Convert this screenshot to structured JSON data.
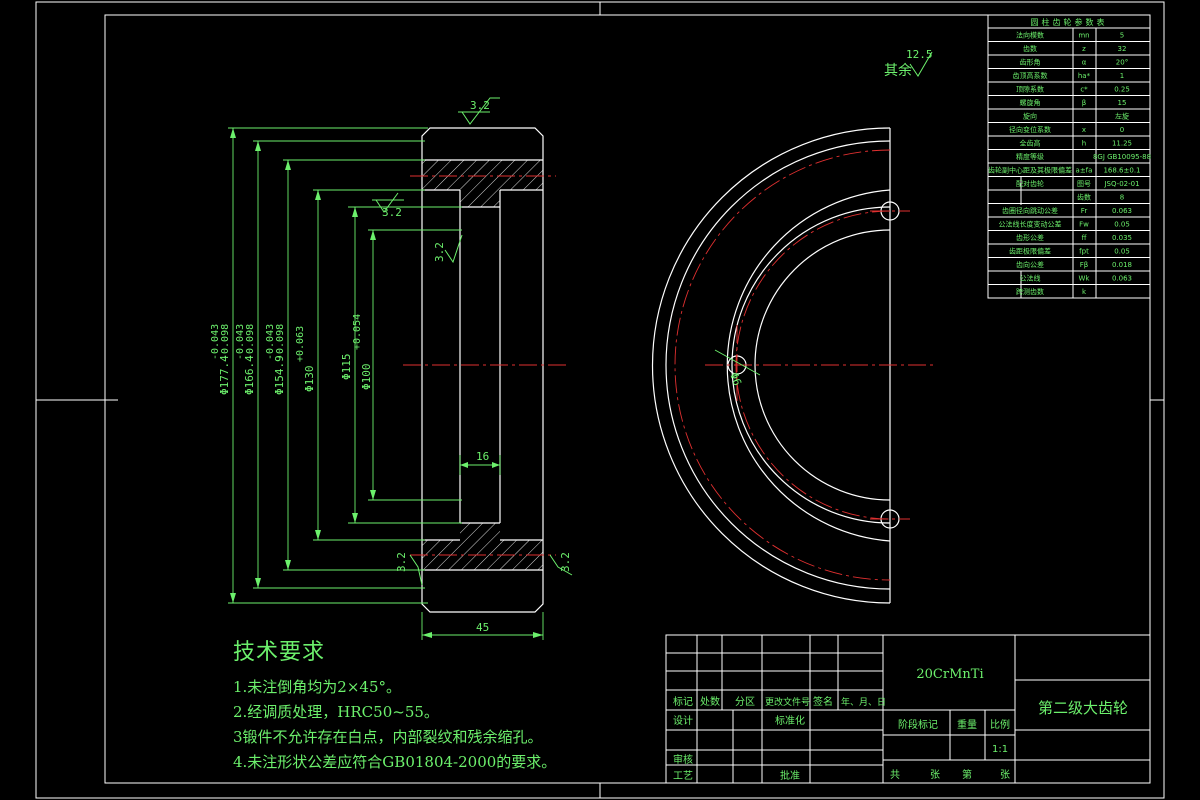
{
  "dimensions": {
    "ra_top": "3.2",
    "ra_bore": "3.2",
    "ra_hub": "3.2",
    "ra_bottom_left": "3.2",
    "ra_bottom_right": "3.2",
    "hub_width": "16",
    "face_width": "45",
    "d1": "Φ177.4",
    "d1_tol_top": "-0.043",
    "d1_tol_bot": "-0.098",
    "d2": "Φ166.4",
    "d2_tol_top": "-0.043",
    "d2_tol_bot": "-0.098",
    "d3": "Φ154.9",
    "d3_tol_top": "-0.043",
    "d3_tol_bot": "-0.098",
    "d4": "Φ130",
    "d4_tol": "+0.063",
    "d5": "Φ115",
    "d5_tol": "+0.054",
    "d6": "Φ100",
    "hole": "Φ6",
    "other_roughness_label": "其余",
    "other_roughness_value": "12.5"
  },
  "params_table": {
    "title": "圆柱齿轮参数表",
    "rows": [
      {
        "name": "法向模数",
        "sym": "mn",
        "val": "5"
      },
      {
        "name": "齿数",
        "sym": "z",
        "val": "32"
      },
      {
        "name": "齿形角",
        "sym": "α",
        "val": "20°"
      },
      {
        "name": "齿顶高系数",
        "sym": "ha*",
        "val": "1"
      },
      {
        "name": "顶隙系数",
        "sym": "c*",
        "val": "0.25"
      },
      {
        "name": "螺旋角",
        "sym": "β",
        "val": "15"
      },
      {
        "name": "旋向",
        "sym": "",
        "val": "左旋"
      },
      {
        "name": "径向变位系数",
        "sym": "x",
        "val": "0"
      },
      {
        "name": "全齿高",
        "sym": "h",
        "val": "11.25"
      },
      {
        "name": "精度等级",
        "sym": "",
        "val": "8GJ GB10095-88"
      },
      {
        "name": "齿轮副中心距及其极限偏差",
        "sym": "a±fa",
        "val": "168.6±0.1"
      },
      {
        "name": "配对齿轮",
        "sym": "图号",
        "val": "JSQ-02-01"
      },
      {
        "name": "",
        "sym": "齿数",
        "val": "8"
      },
      {
        "name": "齿圈径向跳动公差",
        "sym": "Fr",
        "val": "0.063"
      },
      {
        "name": "公法线长度变动公差",
        "sym": "Fw",
        "val": "0.05"
      },
      {
        "name": "齿形公差",
        "sym": "ff",
        "val": "0.035"
      },
      {
        "name": "齿距极限偏差",
        "sym": "fpt",
        "val": "0.05"
      },
      {
        "name": "齿向公差",
        "sym": "Fβ",
        "val": "0.018"
      },
      {
        "name": "公法线",
        "sym": "Wk",
        "val": "0.063"
      },
      {
        "name": "跨测齿数",
        "sym": "k",
        "val": ""
      }
    ]
  },
  "tech_requirements": {
    "title": "技术要求",
    "lines": [
      "1.未注倒角均为2×45°。",
      "2.经调质处理，HRC50~55。",
      "3锻件不允许存在白点，内部裂纹和残余缩孔。",
      "4.未注形状公差应符合GB01804-2000的要求。"
    ]
  },
  "title_block": {
    "material": "20CrMnTi",
    "part_name": "第二级大齿轮",
    "col_mark": "标记",
    "col_count": "处数",
    "col_zone": "分区",
    "col_doc": "更改文件号",
    "col_sign": "签名",
    "col_date": "年、月、日",
    "design": "设计",
    "standard": "标准化",
    "stage": "阶段标记",
    "weight": "重量",
    "scale": "比例",
    "scale_value": "1:1",
    "review": "审核",
    "process": "工艺",
    "approve": "批准",
    "sheets": "共",
    "sheet_unit": "张",
    "sheet_no": "第",
    "sheet_unit2": "张"
  },
  "colors": {
    "line": "#ffffff",
    "text": "#6cf06c",
    "center": "#e03030",
    "hatch": "#e0e0e0"
  }
}
